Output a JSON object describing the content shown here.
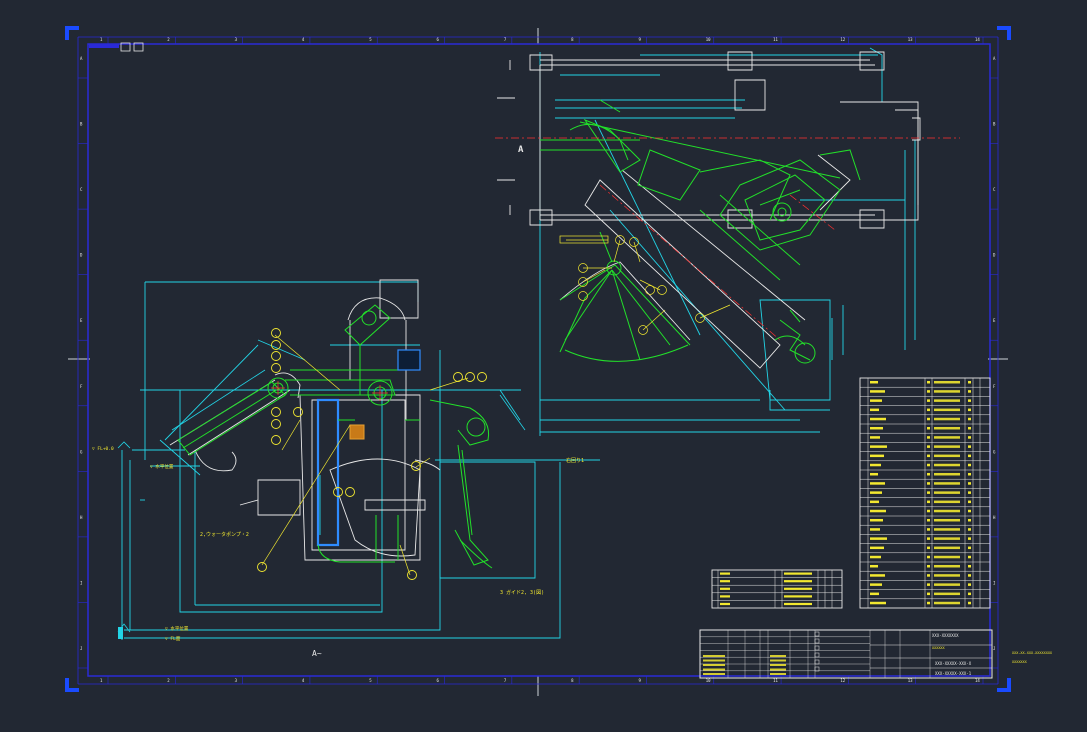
{
  "drawing": {
    "background": "#222833",
    "colors": {
      "frame": "#2a2ad8",
      "corner": "#1a4bff",
      "green": "#22e02a",
      "cyan": "#22d4e6",
      "white": "#e8e8e8",
      "yellow": "#f2e830",
      "red": "#ff3030"
    },
    "top_ruler": [
      "1",
      "2",
      "3",
      "4",
      "5",
      "6",
      "7",
      "8",
      "9",
      "10",
      "11",
      "12",
      "13",
      "14"
    ],
    "left_ruler": [
      "A",
      "B",
      "C",
      "D",
      "E",
      "F",
      "G",
      "H",
      "I",
      "J"
    ],
    "right_ruler": [
      "A",
      "B",
      "C",
      "D",
      "E",
      "F",
      "G",
      "H",
      "I",
      "J"
    ],
    "bottom_ruler": [
      "1",
      "2",
      "3",
      "4",
      "5",
      "6",
      "7",
      "8",
      "9",
      "10",
      "11",
      "12",
      "13",
      "14"
    ],
    "view_label_a": "A",
    "view_label_arrow": "A~",
    "note_left": "2,ウォータポンプ・2",
    "note_bottom_right": "3 ガイド2, 3(図)",
    "note_top_label": "右回り1",
    "level_labels": [
      "▽ FL+0.0",
      "▽ 水平位置",
      "▽ 水平位置",
      "▽ FL面"
    ],
    "title_block": {
      "drawing_no_1": "XXX-XXXXX-XXX-X",
      "drawing_no_2": "XXX-XXXXX-XXX-1",
      "title": "XXX-XXXXXXX",
      "subtitle": "XXXXXX"
    },
    "side_notes": [
      "XXX-XX-XXX-XXXXXXXX",
      "XXXXXXX"
    ]
  }
}
